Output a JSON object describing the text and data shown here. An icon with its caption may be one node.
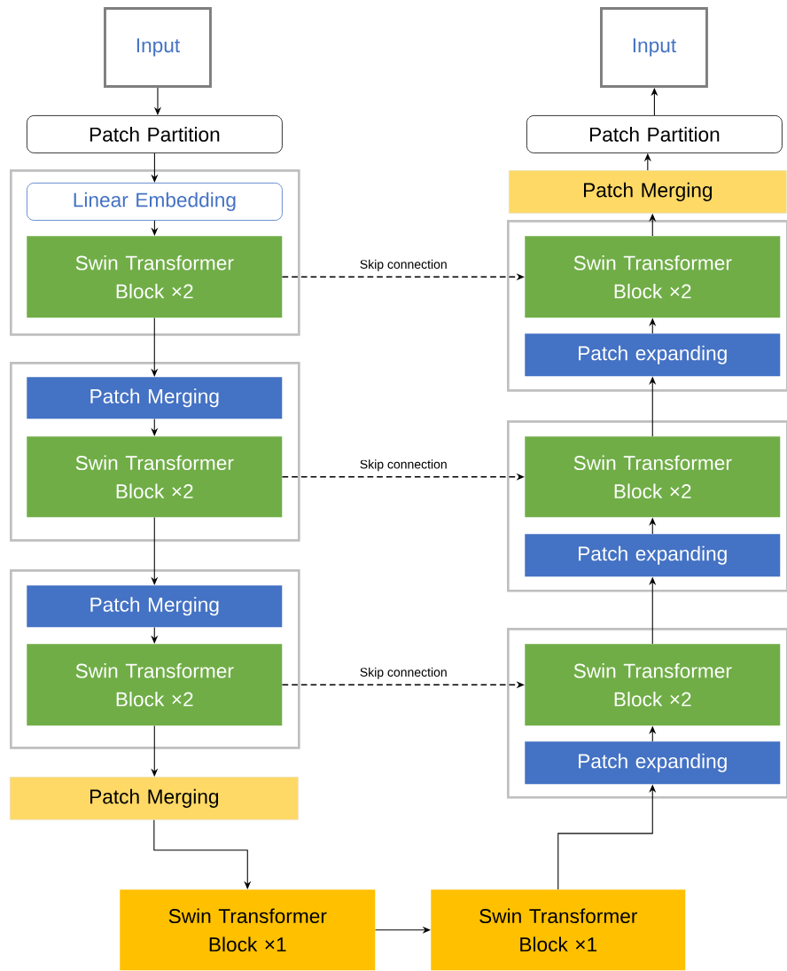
{
  "diagram": {
    "nodes": [
      {
        "text": [
          "Input"
        ]
      },
      {
        "text": [
          "Patch Partition"
        ]
      },
      {
        "text": [],
        "shape": "box"
      },
      {
        "text": [
          "Linear Embedding"
        ],
        "in": 2
      },
      {
        "text": [
          "Swin Transformer Block ×2"
        ],
        "in": 2
      },
      {
        "text": [],
        "shape": "box"
      },
      {
        "text": [
          "Patch Merging"
        ],
        "in": 5
      },
      {
        "text": [
          "Swin Transformer Block ×2"
        ],
        "in": 5
      },
      {
        "text": [],
        "shape": "box"
      },
      {
        "text": [
          "Patch Merging"
        ],
        "in": 8
      },
      {
        "text": [
          "Swin Transformer Block ×2"
        ],
        "in": 8
      },
      {
        "text": [
          "Patch Merging"
        ]
      },
      {
        "text": [
          "Swin Transformer Block ×1"
        ]
      },
      {
        "text": [
          "Swin Transformer Block ×1"
        ]
      },
      {
        "text": [
          "Input"
        ]
      },
      {
        "text": [
          "Patch Partition"
        ]
      },
      {
        "text": [
          "Patch Merging"
        ]
      },
      {
        "text": [],
        "shape": "box"
      },
      {
        "text": [
          "Swin Transformer Block ×2"
        ],
        "in": 17
      },
      {
        "text": [
          "Patch expanding"
        ],
        "in": 17
      },
      {
        "text": [],
        "shape": "box"
      },
      {
        "text": [
          "Swin Transformer Block ×2"
        ],
        "in": 20
      },
      {
        "text": [
          "Patch expanding"
        ],
        "in": 20
      },
      {
        "text": [],
        "shape": "box"
      },
      {
        "text": [
          "Swin Transformer Block ×2"
        ],
        "in": 23
      },
      {
        "text": [
          "Patch expanding"
        ],
        "in": 23
      }
    ],
    "edges": [
      {
        "from": 0,
        "to": 1,
        "arrow": "to"
      },
      {
        "from": 1,
        "to": 3,
        "arrow": "to"
      },
      {
        "from": 3,
        "to": 4,
        "arrow": "to"
      },
      {
        "from": 4,
        "to": 6,
        "arrow": "to"
      },
      {
        "from": 6,
        "to": 7,
        "arrow": "to"
      },
      {
        "from": 7,
        "to": 9,
        "arrow": "to"
      },
      {
        "from": 9,
        "to": 10,
        "arrow": "to"
      },
      {
        "from": 10,
        "to": 11,
        "arrow": "to"
      },
      {
        "from": 11,
        "to": 12,
        "arrow": "to"
      },
      {
        "from": 12,
        "to": 13,
        "arrow": "to"
      },
      {
        "from": 13,
        "to": 25,
        "arrow": "to"
      },
      {
        "from": 25,
        "to": 24,
        "arrow": "to"
      },
      {
        "from": 24,
        "to": 22,
        "arrow": "to"
      },
      {
        "from": 22,
        "to": 21,
        "arrow": "to"
      },
      {
        "from": 21,
        "to": 19,
        "arrow": "to"
      },
      {
        "from": 19,
        "to": 18,
        "arrow": "to"
      },
      {
        "from": 18,
        "to": 16,
        "arrow": "to"
      },
      {
        "from": 16,
        "to": 15,
        "arrow": "to"
      },
      {
        "from": 15,
        "to": 14,
        "arrow": "to"
      },
      {
        "from": 4,
        "to": 18,
        "arrow": "to",
        "style": "dashed",
        "label": "Skip connection"
      },
      {
        "from": 7,
        "to": 21,
        "arrow": "to",
        "style": "dashed",
        "label": "Skip connection"
      },
      {
        "from": 10,
        "to": 24,
        "arrow": "to",
        "style": "dashed",
        "label": "Skip connection"
      }
    ]
  }
}
